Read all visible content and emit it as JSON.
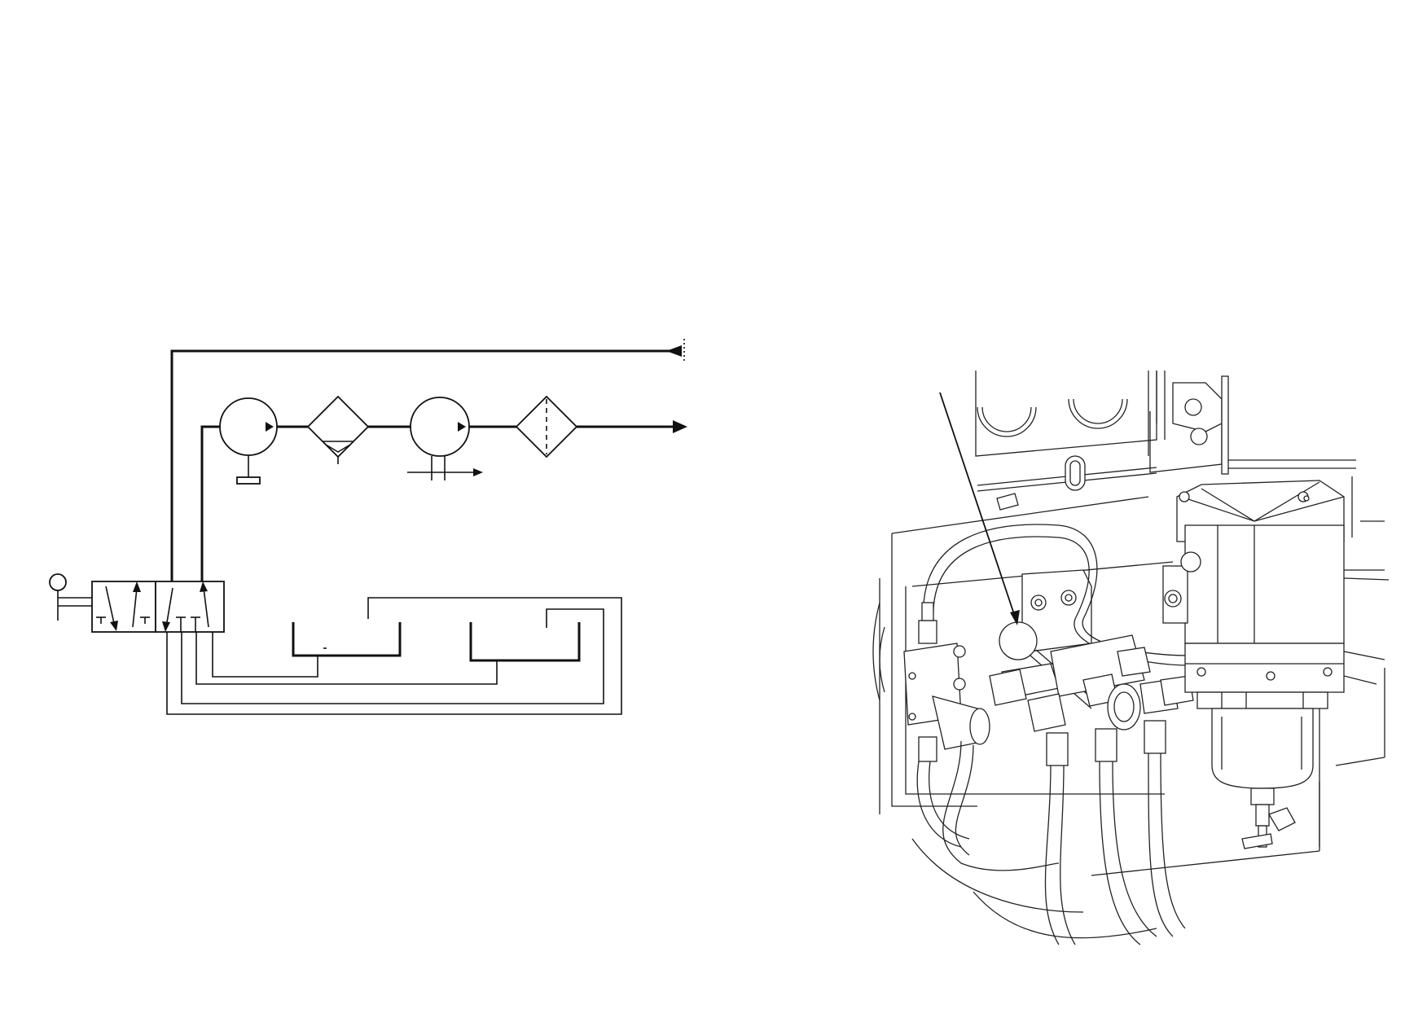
{
  "figure": {
    "left_panel": "pneumatic-schematic",
    "right_panel": "equipment-drawing",
    "components": [
      {
        "id": "hand-lever-actuator",
        "symbol": "lever-operated"
      },
      {
        "id": "directional-control-valve",
        "symbol": "two-position-valve"
      },
      {
        "id": "pressure-regulator",
        "symbol": "regulator-with-adjuster"
      },
      {
        "id": "filter-with-drain",
        "symbol": "filter-separator"
      },
      {
        "id": "lubricator-gauge",
        "symbol": "regulator-with-flow-arrow"
      },
      {
        "id": "line-filter",
        "symbol": "filter-dashed"
      },
      {
        "id": "cylinder-a",
        "symbol": "open-reservoir"
      },
      {
        "id": "cylinder-b",
        "symbol": "open-reservoir"
      }
    ],
    "callout": {
      "target": "valve-handle-knob",
      "style": "leader-line"
    }
  },
  "colors": {
    "line": "#111111",
    "background": "#ffffff"
  }
}
